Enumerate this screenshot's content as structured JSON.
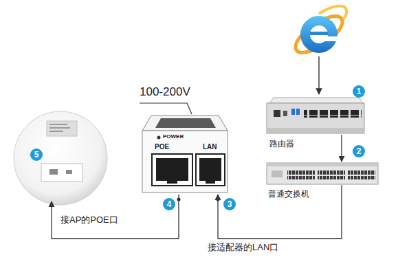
{
  "diagram": {
    "nodes": [
      {
        "text": [
          "路由器"
        ]
      },
      {
        "text": [
          "普通交换机"
        ]
      },
      {
        "text": [
          "POWER",
          "POE",
          "LAN"
        ]
      },
      {
        "text": [
          "5"
        ]
      }
    ],
    "edges": [
      {
        "from": 0,
        "to": 1,
        "arrow": "to"
      },
      {
        "from": 1,
        "to": 2,
        "arrow": "to",
        "label": "接适配器的LAN口"
      },
      {
        "from": 2,
        "to": 3,
        "arrow": "to",
        "label": "接AP的POE口"
      }
    ],
    "labels": [
      "100-200V",
      "1",
      "2",
      "3",
      "4"
    ]
  }
}
